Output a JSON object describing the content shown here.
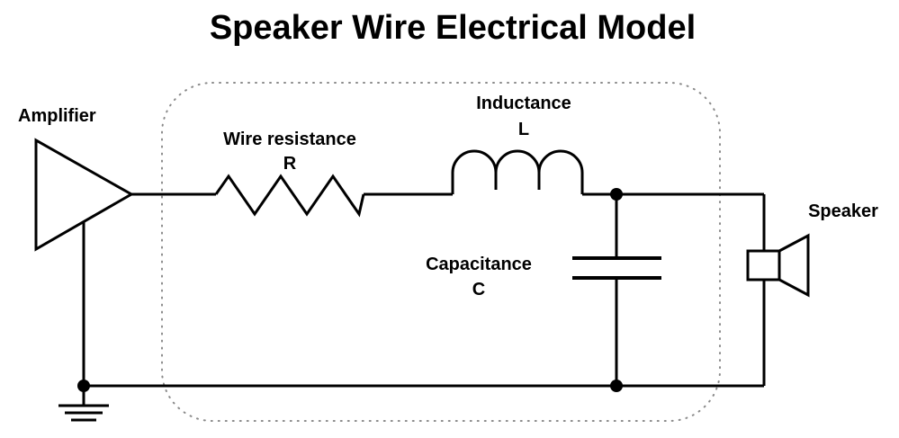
{
  "title": "Speaker Wire Electrical Model",
  "components": {
    "amplifier": {
      "label": "Amplifier"
    },
    "resistor": {
      "label": "Wire resistance",
      "symbol": "R"
    },
    "inductor": {
      "label": "Inductance",
      "symbol": "L"
    },
    "capacitor": {
      "label": "Capacitance",
      "symbol": "C"
    },
    "speaker": {
      "label": "Speaker"
    }
  },
  "colors": {
    "line": "#000000",
    "boundary": "#8a8a8a",
    "background": "#ffffff"
  }
}
